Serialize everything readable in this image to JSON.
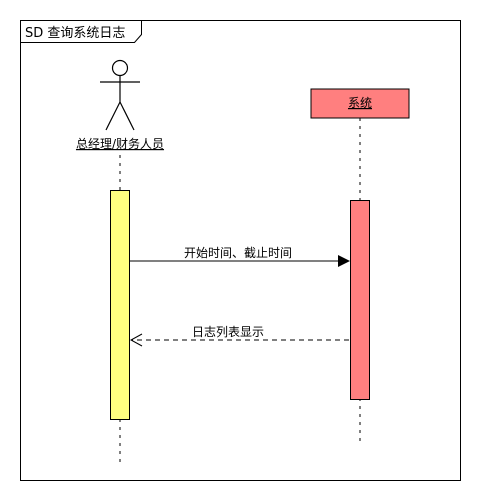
{
  "frame": {
    "title": "SD 查询系统日志"
  },
  "participants": {
    "actor": {
      "label": "总经理/财务人员",
      "icon": "actor-stick-figure-icon"
    },
    "system": {
      "label": "系统",
      "fill": "#ff7f7f"
    }
  },
  "messages": [
    {
      "label": "开始时间、截止时间",
      "type": "sync-call",
      "from": "actor",
      "to": "system"
    },
    {
      "label": "日志列表显示",
      "type": "return",
      "from": "system",
      "to": "actor"
    }
  ],
  "colors": {
    "actor_activation": "#ffff80",
    "system_activation": "#ff7f7f",
    "stroke": "#000000"
  }
}
